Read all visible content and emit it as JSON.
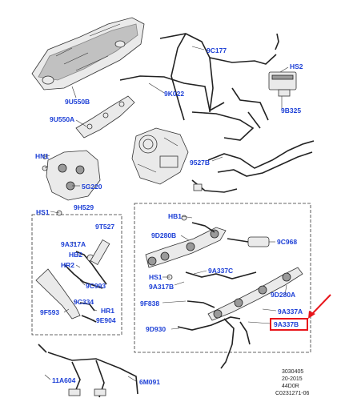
{
  "callouts": {
    "c9C177": "9C177",
    "cHS2": "HS2",
    "c9U550B": "9U550B",
    "c9K022": "9K022",
    "c9B325": "9B325",
    "c9U550A": "9U550A",
    "cHN1": "HN1",
    "c9527B": "9527B",
    "c5G220": "5G220",
    "cHS1a": "HS1",
    "c9H529": "9H529",
    "c9T527": "9T527",
    "c9A317A": "9A317A",
    "cHB2": "HB2",
    "cHR2": "HR2",
    "c9C993": "9C993",
    "c9C334": "9C334",
    "cHR1": "HR1",
    "c9F593": "9F593",
    "c9E904": "9E904",
    "cHB1": "HB1",
    "c9D280B": "9D280B",
    "c9C968": "9C968",
    "c9A337C": "9A337C",
    "cHS1b": "HS1",
    "c9A317B": "9A317B",
    "c9D280A": "9D280A",
    "c9F838": "9F838",
    "c9A337A": "9A337A",
    "c9D930": "9D930",
    "c9A337B": "9A337B",
    "c11A604": "11A604",
    "c6M091": "6M091"
  },
  "reference": {
    "line1": "3030405",
    "line2": "20-2015",
    "line3": "44D0R",
    "line4": "C0231271-06"
  },
  "highlight": {
    "callout": "9A337B",
    "box_color": "#e8151b",
    "arrow_color": "#e8151b"
  },
  "colors": {
    "label": "#1c3fd6",
    "line": "#222222"
  }
}
